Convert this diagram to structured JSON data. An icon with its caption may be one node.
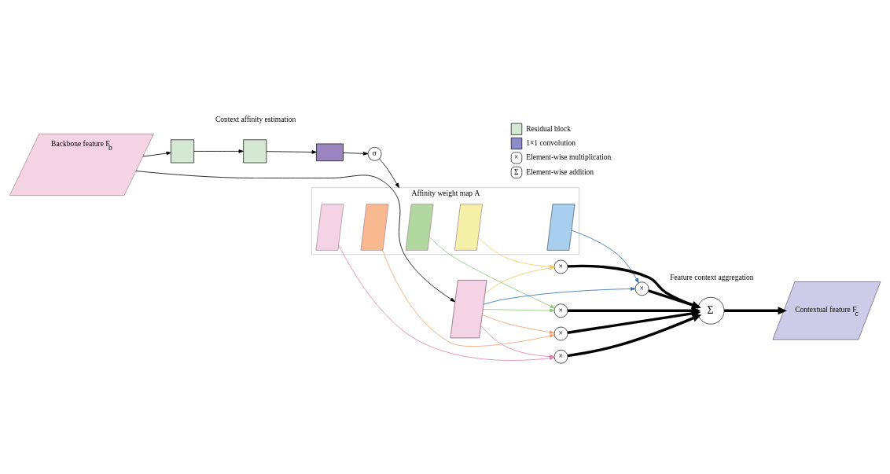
{
  "diagram": {
    "nodes": [
      {
        "text": [
          "Backbone feature F$_{b}$"
        ]
      },
      {
        "text": [],
        "shape": "box"
      },
      {
        "text": [],
        "shape": "box"
      },
      {
        "text": [],
        "shape": "box"
      },
      {
        "text": [
          "σ"
        ]
      },
      {
        "text": [
          "Affinity weight map A"
        ]
      },
      {
        "text": [],
        "shape": "parallelogram",
        "in": 5
      },
      {
        "text": [],
        "shape": "parallelogram",
        "in": 5
      },
      {
        "text": [],
        "shape": "parallelogram",
        "in": 5
      },
      {
        "text": [],
        "shape": "parallelogram",
        "in": 5
      },
      {
        "text": [],
        "shape": "parallelogram",
        "in": 5
      },
      {
        "text": [],
        "shape": "parallelogram"
      },
      {
        "text": [
          "×"
        ]
      },
      {
        "text": [
          "×"
        ]
      },
      {
        "text": [
          "×"
        ]
      },
      {
        "text": [
          "×"
        ]
      },
      {
        "text": [
          "×"
        ]
      },
      {
        "text": [
          "Σ"
        ]
      },
      {
        "text": [
          "Contextual feature F$_{c}$"
        ]
      }
    ],
    "edges": [
      {
        "from": 0,
        "to": 1,
        "arrow": "to"
      },
      {
        "from": 1,
        "to": 2,
        "arrow": "to"
      },
      {
        "from": 2,
        "to": 3,
        "arrow": "to"
      },
      {
        "from": 3,
        "to": 4,
        "arrow": "to"
      },
      {
        "from": 4,
        "to": 5,
        "arrow": "to"
      },
      {
        "from": 0,
        "to": 11,
        "arrow": "to"
      },
      {
        "from": 7,
        "to": 12,
        "arrow": "to",
        "color": "#f0a070"
      },
      {
        "from": 8,
        "to": 13,
        "arrow": "to",
        "color": "#8cc87c"
      },
      {
        "from": 6,
        "to": 14,
        "arrow": "to",
        "color": "#e07fb0"
      },
      {
        "from": 9,
        "to": 15,
        "arrow": "to",
        "color": "#f5c860"
      },
      {
        "from": 10,
        "to": 16,
        "arrow": "to",
        "color": "#2f70b0"
      },
      {
        "from": 11,
        "to": 12,
        "arrow": "to",
        "color": "#f0a070"
      },
      {
        "from": 11,
        "to": 13,
        "arrow": "to",
        "color": "#8cc87c"
      },
      {
        "from": 11,
        "to": 14,
        "arrow": "to",
        "color": "#e07fb0"
      },
      {
        "from": 11,
        "to": 15,
        "arrow": "to",
        "color": "#f5c860"
      },
      {
        "from": 11,
        "to": 16,
        "arrow": "to",
        "color": "#2f70b0"
      },
      {
        "from": 12,
        "to": 17,
        "arrow": "to",
        "style": "thick"
      },
      {
        "from": 13,
        "to": 17,
        "arrow": "to",
        "style": "thick"
      },
      {
        "from": 14,
        "to": 17,
        "arrow": "to",
        "style": "thick"
      },
      {
        "from": 15,
        "to": 17,
        "arrow": "to",
        "style": "thick"
      },
      {
        "from": 16,
        "to": 17,
        "arrow": "to",
        "style": "thick"
      },
      {
        "from": 17,
        "to": 18,
        "arrow": "to",
        "style": "thick"
      }
    ],
    "labels": [
      "Context affinity estimation",
      "Feature context aggregation",
      "×",
      "Σ"
    ],
    "legend": [
      {
        "text": "Residual block",
        "color": "#d5e8d4"
      },
      {
        "text": "1×1 convolution",
        "color": "#8e8cc8"
      },
      {
        "text": "Element-wise multiplication"
      },
      {
        "text": "Element-wise addition"
      }
    ]
  }
}
